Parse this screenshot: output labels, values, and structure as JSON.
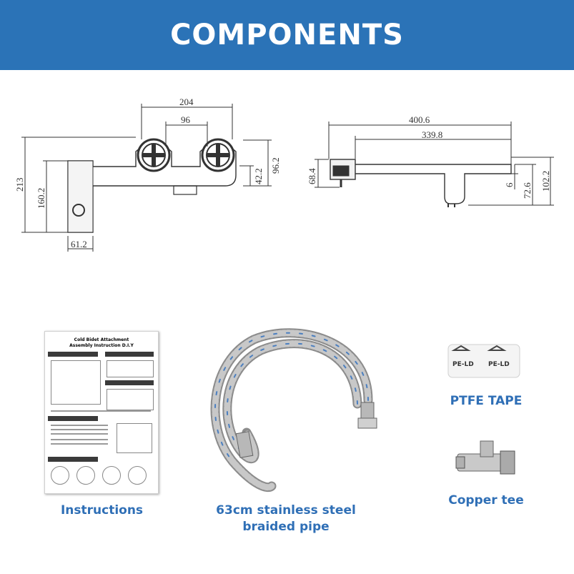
{
  "banner": {
    "title": "COMPONENTS"
  },
  "dimensions_front": {
    "width_total": "204",
    "handle_spacing": "96",
    "height_total": "213",
    "body_height": "160.2",
    "knob_height": "96.2",
    "outlet_height": "42.2",
    "base_width": "61.2"
  },
  "dimensions_side": {
    "length_total": "400.6",
    "arm_length": "339.8",
    "block_height": "68.4",
    "nozzle_offset": "6",
    "nozzle_height": "72.6",
    "overall_height": "102.2"
  },
  "manual": {
    "title_line1": "Cold Bidet Attachment",
    "title_line2": "Assembly Instruction D.I.Y"
  },
  "products": {
    "instructions": "Instructions",
    "pipe_line1": "63cm stainless steel",
    "pipe_line2": "braided pipe",
    "tape": "PTFE TAPE",
    "tee": "Copper tee",
    "tape_print": "PE-LD"
  },
  "colors": {
    "banner": "#2b73b7",
    "caption": "#2f6fb6"
  }
}
